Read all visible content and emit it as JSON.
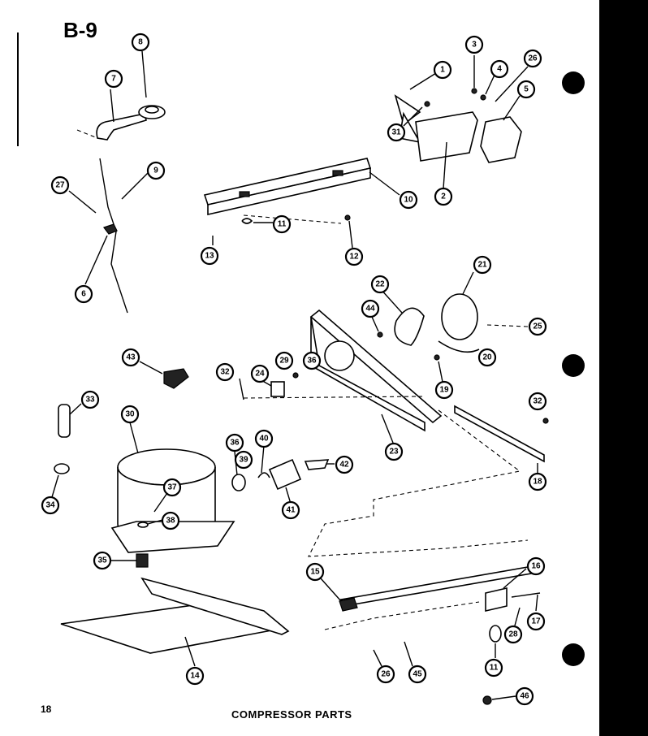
{
  "header": {
    "title": "B-9"
  },
  "footer": {
    "page_number": "18",
    "caption": "COMPRESSOR PARTS"
  },
  "callouts": [
    "1",
    "2",
    "3",
    "4",
    "5",
    "6",
    "7",
    "8",
    "9",
    "10",
    "11",
    "11",
    "12",
    "13",
    "14",
    "15",
    "16",
    "17",
    "18",
    "19",
    "20",
    "21",
    "22",
    "23",
    "24",
    "25",
    "26",
    "26",
    "27",
    "28",
    "29",
    "30",
    "31",
    "32",
    "32",
    "33",
    "34",
    "35",
    "36",
    "36",
    "37",
    "38",
    "39",
    "40",
    "41",
    "42",
    "43",
    "44",
    "45",
    "46"
  ]
}
